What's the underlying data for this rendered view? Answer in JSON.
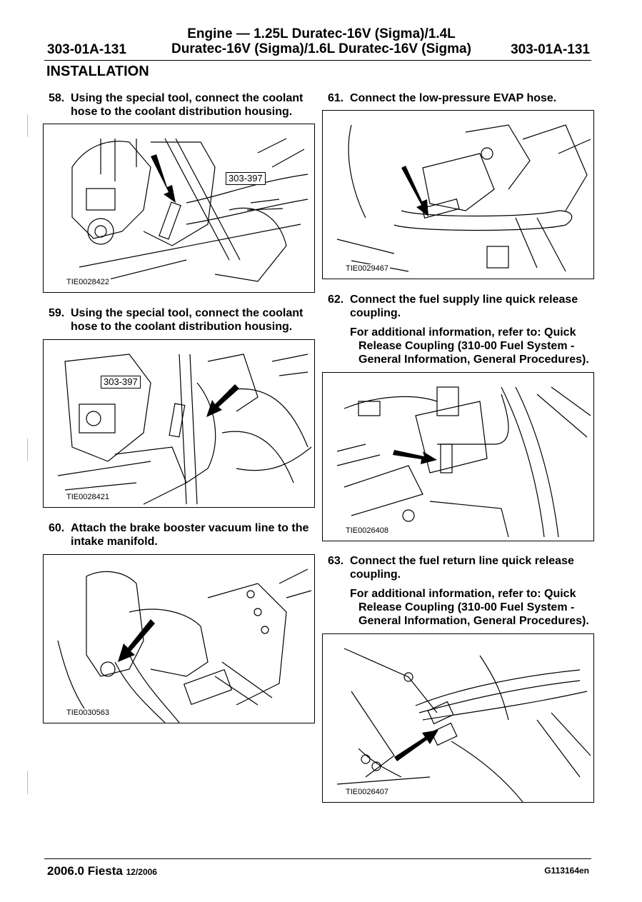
{
  "header": {
    "code_left": "303-01A-131",
    "title_line1": "Engine — 1.25L Duratec-16V (Sigma)/1.4L",
    "title_line2": "Duratec-16V (Sigma)/1.6L Duratec-16V (Sigma)",
    "code_right": "303-01A-131"
  },
  "section": "INSTALLATION",
  "steps": [
    {
      "num": "58.",
      "text": "Using the special tool, connect the coolant hose to the coolant distribution housing.",
      "figure": "TIE0028422",
      "tool": "303-397"
    },
    {
      "num": "59.",
      "text": "Using the special tool, connect the coolant hose to the coolant distribution housing.",
      "figure": "TIE0028421",
      "tool": "303-397"
    },
    {
      "num": "60.",
      "text": "Attach the brake booster vacuum line to the intake manifold.",
      "figure": "TIE0030563"
    },
    {
      "num": "61.",
      "text": "Connect the low-pressure EVAP hose.",
      "figure": "TIE0029467"
    },
    {
      "num": "62.",
      "text": "Connect the fuel supply line quick release coupling.",
      "info_l1": "For additional information, refer to: Quick",
      "info_rest": "Release Coupling (310-00 Fuel System - General Information, General Procedures).",
      "figure": "TIE0026408"
    },
    {
      "num": "63.",
      "text": "Connect the fuel return line quick release coupling.",
      "info_l1": "For additional information, refer to: Quick",
      "info_rest": "Release Coupling (310-00 Fuel System - General Information, General Procedures).",
      "figure": "TIE0026407"
    }
  ],
  "footer": {
    "model": "2006.0 Fiesta",
    "date": "12/2006",
    "code": "G113164en"
  }
}
